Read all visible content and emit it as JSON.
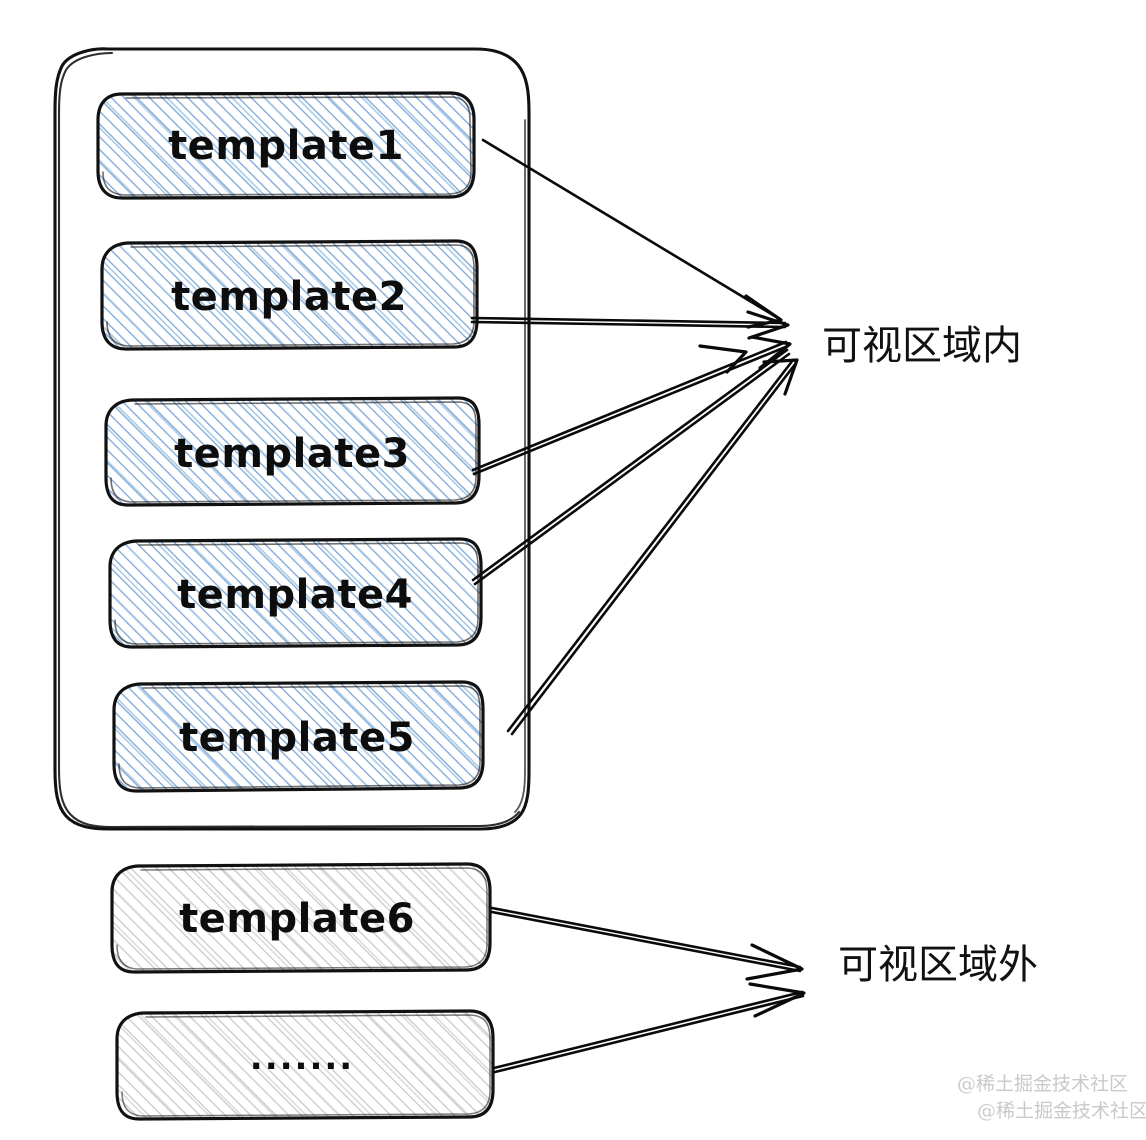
{
  "diagram": {
    "background_color": "#ffffff",
    "style": "hand-drawn-sketch",
    "viewport_container": {
      "name": "visible-viewport-container",
      "stroke_color": "#111111"
    },
    "visible_items": [
      {
        "label": "template1",
        "fill_hatch_color": "#7ba7d7",
        "state": "in-viewport"
      },
      {
        "label": "template2",
        "fill_hatch_color": "#7ba7d7",
        "state": "in-viewport"
      },
      {
        "label": "template3",
        "fill_hatch_color": "#7ba7d7",
        "state": "in-viewport"
      },
      {
        "label": "template4",
        "fill_hatch_color": "#7ba7d7",
        "state": "in-viewport"
      },
      {
        "label": "template5",
        "fill_hatch_color": "#7ba7d7",
        "state": "in-viewport"
      }
    ],
    "offscreen_items": [
      {
        "label": "template6",
        "fill_hatch_color": "#b5b5b5",
        "state": "out-of-viewport"
      },
      {
        "label": "·······",
        "fill_hatch_color": "#b5b5b5",
        "state": "out-of-viewport"
      }
    ],
    "annotations": [
      {
        "text": "可视区域内",
        "target": "visible-items-group"
      },
      {
        "text": "可视区域外",
        "target": "offscreen-items-group"
      }
    ],
    "watermark": {
      "line1": "@稀土掘金技术社区",
      "line2": "@稀土掘金技术社区",
      "color": "#c9c9c9"
    }
  }
}
